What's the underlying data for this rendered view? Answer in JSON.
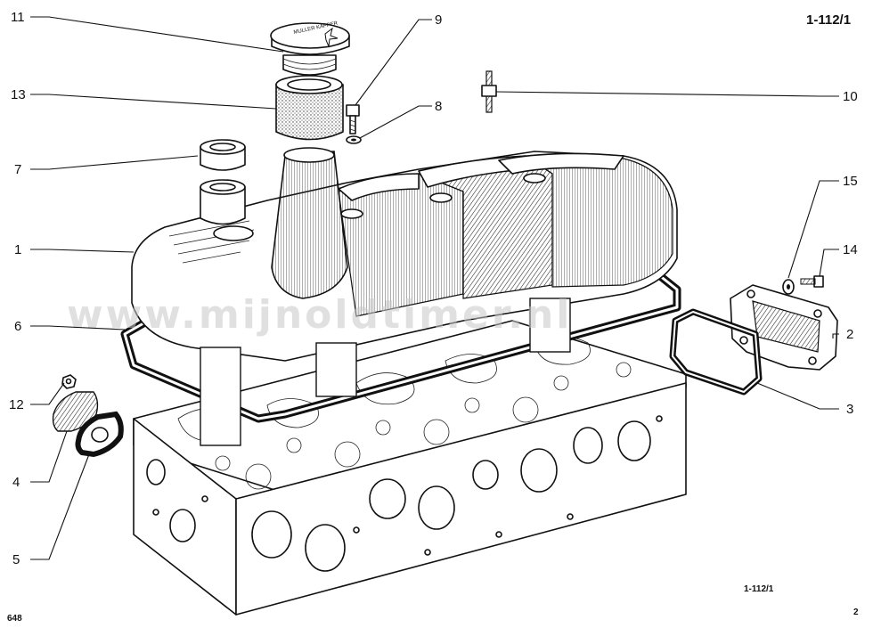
{
  "sheet": {
    "code_top": "1-112/1",
    "code_bottom": "1-112/1",
    "page_left": "648",
    "page_right": "2"
  },
  "watermark": "www.mijnoldtimer.nl",
  "cap_lettering": "MULLER KAPPER",
  "callouts": [
    {
      "id": "11",
      "label": "11"
    },
    {
      "id": "13",
      "label": "13"
    },
    {
      "id": "7",
      "label": "7"
    },
    {
      "id": "1",
      "label": "1"
    },
    {
      "id": "6",
      "label": "6"
    },
    {
      "id": "12",
      "label": "12"
    },
    {
      "id": "4",
      "label": "4"
    },
    {
      "id": "5",
      "label": "5"
    },
    {
      "id": "9",
      "label": "9"
    },
    {
      "id": "8",
      "label": "8"
    },
    {
      "id": "10",
      "label": "10"
    },
    {
      "id": "15",
      "label": "15"
    },
    {
      "id": "14",
      "label": "14"
    },
    {
      "id": "2",
      "label": "2"
    },
    {
      "id": "3",
      "label": "3"
    }
  ]
}
